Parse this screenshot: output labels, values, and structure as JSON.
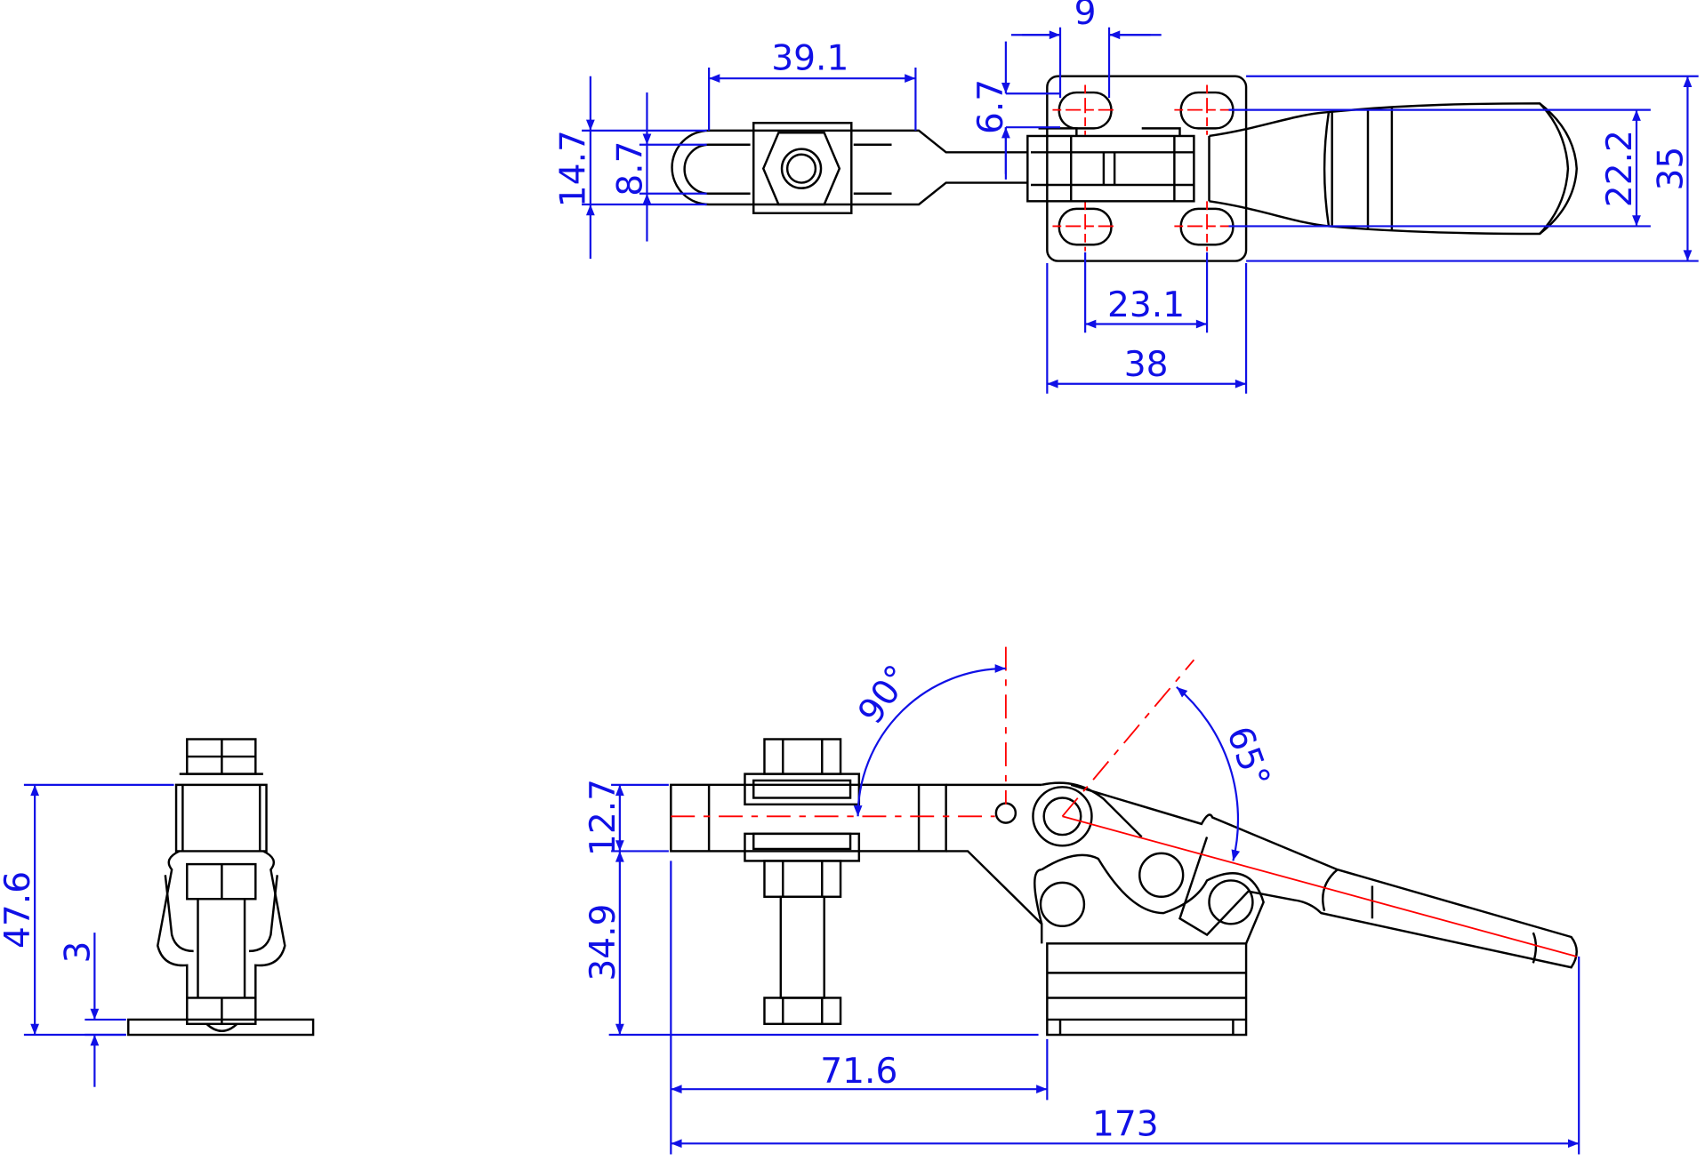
{
  "drawing": {
    "title": "Horizontal toggle clamp dimension drawing",
    "colors": {
      "dimension": "#1010e6",
      "centerline": "#ff0000",
      "outline": "#000000"
    },
    "top_view": {
      "dims": {
        "arm_length": "39.1",
        "hole_spacing_small": "9",
        "hole_offset": "6.7",
        "arm_width": "14.7",
        "slot_width": "8.7",
        "hole_spacing_vertical": "22.2",
        "base_width": "35",
        "hole_spacing_horizontal": "23.1",
        "base_length": "38"
      }
    },
    "side_view": {
      "dims": {
        "open_angle": "90°",
        "handle_angle": "65°",
        "arm_height": "12.7",
        "spindle_height": "34.9",
        "spindle_reach": "71.6",
        "overall_length": "173"
      }
    },
    "front_view": {
      "dims": {
        "overall_height": "47.6",
        "base_thickness": "3"
      }
    }
  }
}
